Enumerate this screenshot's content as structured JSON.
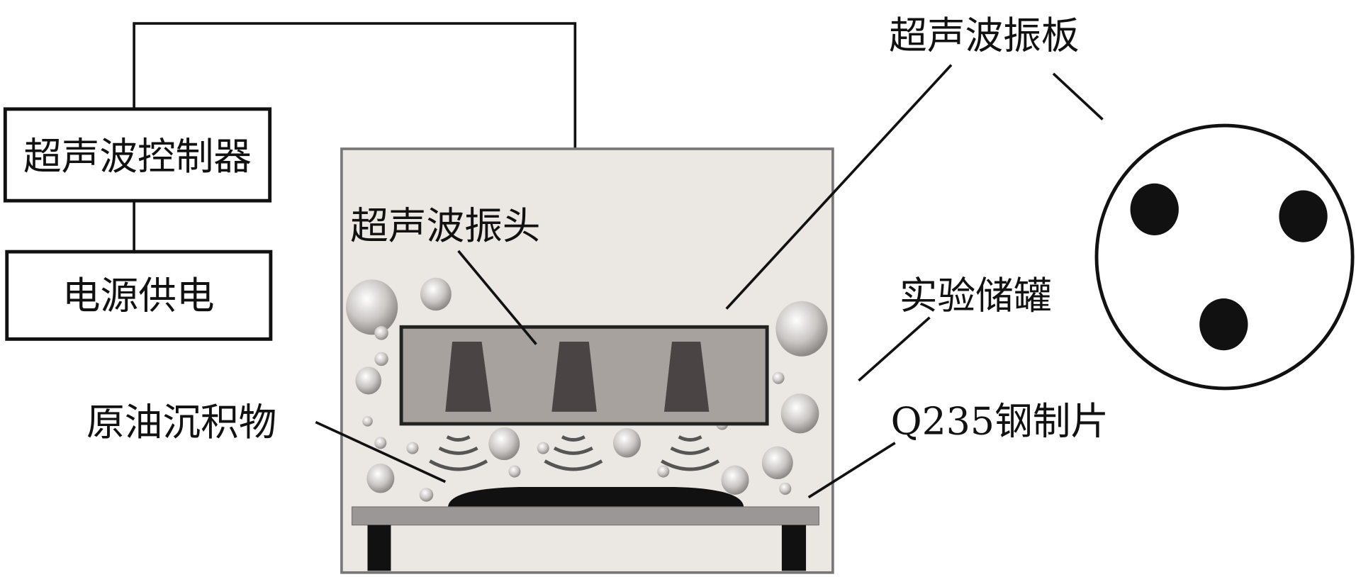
{
  "labels": {
    "controller": "超声波控制器",
    "power_supply": "电源供电",
    "vibration_head": "超声波振头",
    "vibration_plate": "超声波振板",
    "test_tank": "实验储罐",
    "crude_deposit": "原油沉积物",
    "steel_coupon": "Q235钢制片"
  },
  "colors": {
    "tank_fill": "#ebe8e4",
    "head_fill": "#a8a29e",
    "transducer_fill": "#4a4444",
    "plate_fill": "#9a9796",
    "deposit_fill": "#111111"
  }
}
